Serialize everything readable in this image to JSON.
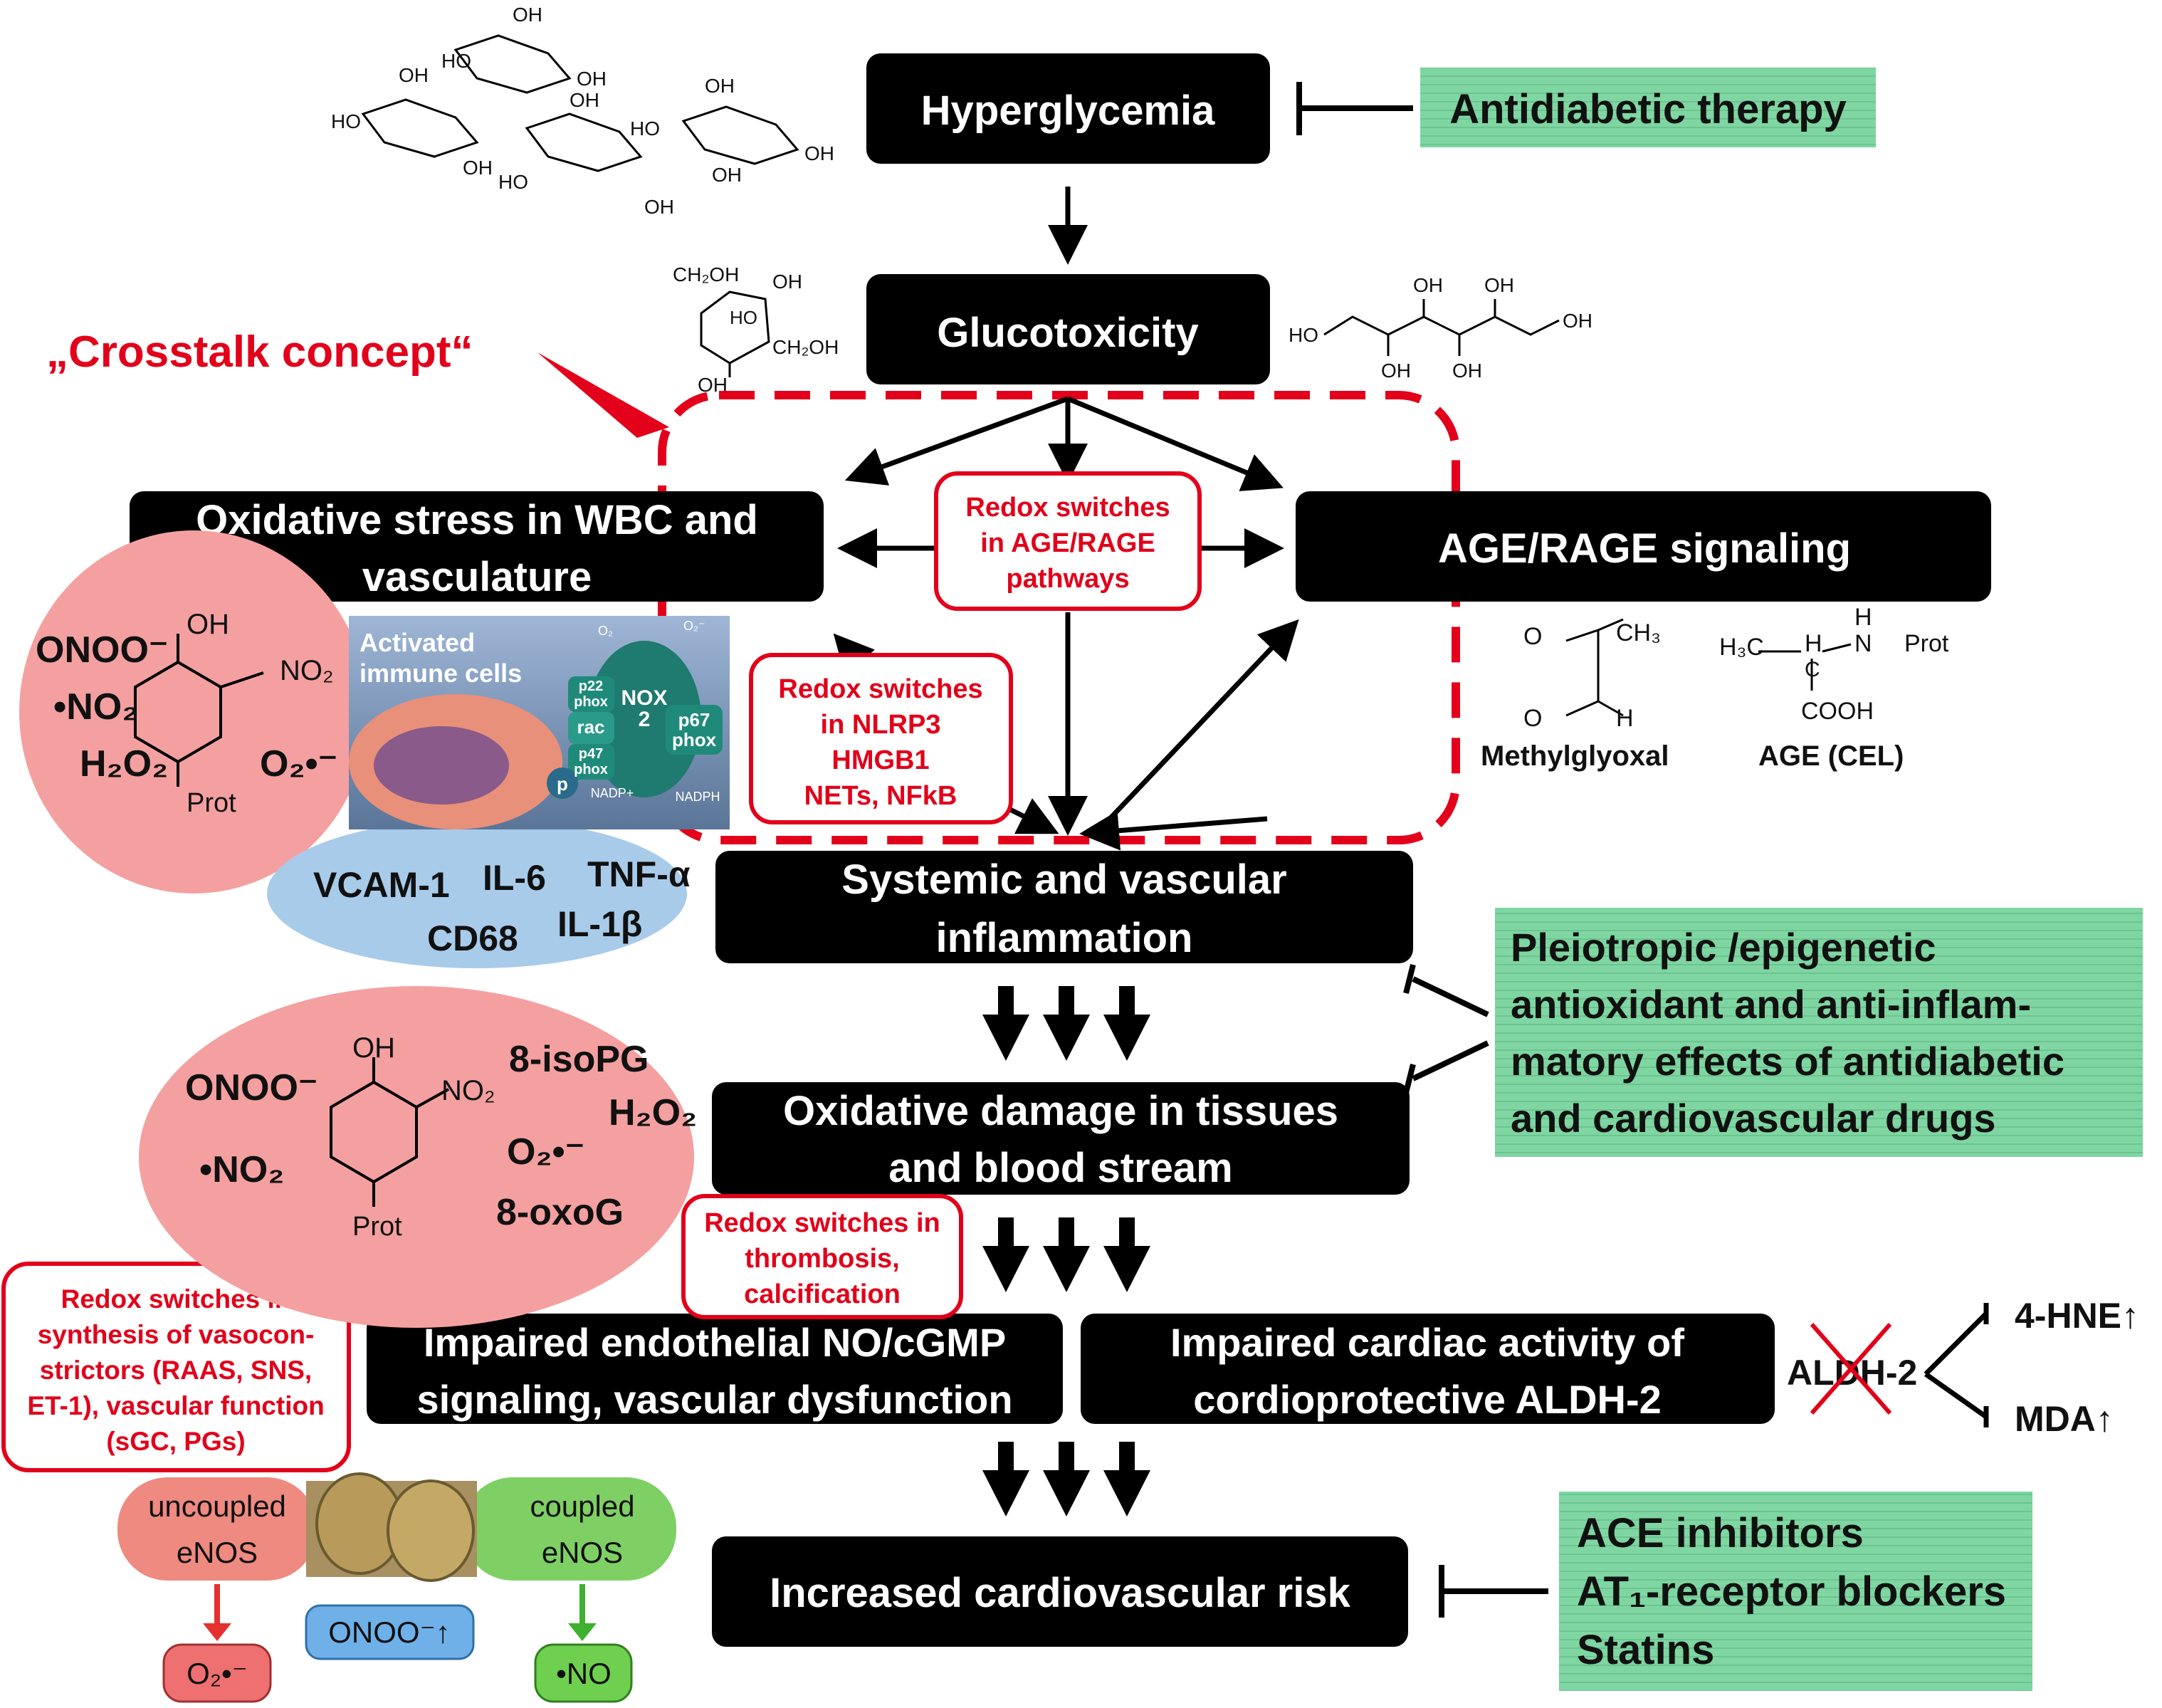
{
  "colors": {
    "box_fill": "#000000",
    "box_text": "#ffffff",
    "therapy_fill": "#7fd6a2",
    "redox_text": "#e2001a",
    "pink_oval": "#f4a0a0",
    "blue_oval": "#a8cbea",
    "uncoupled": "#ee8a80",
    "coupled": "#7fd064"
  },
  "boxes": {
    "hyperglycemia": "Hyperglycemia",
    "glucotoxicity": "Glucotoxicity",
    "oxidative_wbc": [
      "Oxidative stress in WBC and",
      "vasculature"
    ],
    "age_rage": "AGE/RAGE signaling",
    "systemic": [
      "Systemic and vascular",
      "inflammation"
    ],
    "oxidative_damage": [
      "Oxidative damage in tissues",
      "and blood stream"
    ],
    "endothelial": [
      "Impaired endothelial NO/cGMP",
      "signaling, vascular dysfunction"
    ],
    "cardiac": [
      "Impaired cardiac activity of",
      "cordioprotective ALDH-2"
    ],
    "risk": "Increased cardiovascular risk"
  },
  "therapy": {
    "antidiabetic": "Antidiabetic therapy",
    "pleiotropic": [
      "Pleiotropic /epigenetic",
      "antioxidant and anti-inflam-",
      "matory effects of antidiabetic",
      "and cardiovascular drugs"
    ],
    "drugs": [
      "ACE inhibitors",
      "AT₁-receptor blockers",
      "Statins"
    ]
  },
  "crosstalk": "„Crosstalk concept“",
  "redox": {
    "age_rage": [
      "Redox switches",
      "in AGE/RAGE",
      "pathways"
    ],
    "nlrp3": [
      "Redox switches",
      "in NLRP3",
      "HMGB1",
      "NETs, NFkB"
    ],
    "thrombosis": [
      "Redox switches in",
      "thrombosis,",
      "calcification"
    ],
    "vasoconstrictors": [
      "Redox switches in",
      "synthesis of vasocon-",
      "strictors (RAAS, SNS,",
      "ET-1), vascular function",
      "(sGC, PGs)"
    ]
  },
  "species_top": {
    "onoo": "ONOO⁻",
    "no2": "•NO₂",
    "h2o2": "H₂O₂",
    "o2": "O₂•⁻",
    "oh": "OH",
    "nitro": "NO₂",
    "prot": "Prot"
  },
  "species_bottom": {
    "onoo": "ONOO⁻",
    "no2": "•NO₂",
    "isopg": "8-isoPG",
    "h2o2": "H₂O₂",
    "o2": "O₂•⁻",
    "oxog": "8-oxoG",
    "oh": "OH",
    "nitro": "NO₂",
    "prot": "Prot"
  },
  "cytokines": [
    "VCAM-1",
    "IL-6",
    "TNF-α",
    "CD68",
    "IL-1β"
  ],
  "immune_cell": {
    "title": [
      "Activated",
      "immune cells"
    ],
    "nox": [
      "NOX",
      "2"
    ],
    "p22": [
      "p22",
      "phox"
    ],
    "rac": "rac",
    "p47": [
      "p47",
      "phox"
    ],
    "p67": [
      "p67",
      "phox"
    ],
    "p": "p",
    "o2_top": "O₂",
    "o2_radical": "O₂⁻",
    "nadp": "NADP+",
    "nadph": "NADPH"
  },
  "chem": {
    "methylglyoxal": "Methylglyoxal",
    "age_cel": "AGE (CEL)",
    "mg_o": "O",
    "mg_ch3": "CH₃",
    "mg_h": "H",
    "cel_h3c": "H₃C",
    "cel_h": "H",
    "cel_n": "N",
    "cel_prot": "Prot",
    "cel_c": "C",
    "cel_cooh": "COOH",
    "oh": "OH",
    "ho": "HO",
    "ch2oh": "CH₂OH"
  },
  "aldh": {
    "label": "ALDH-2",
    "hne": "4-HNE↑",
    "mda": "MDA↑"
  },
  "enos": {
    "uncoupled": [
      "uncoupled",
      "eNOS"
    ],
    "coupled": [
      "coupled",
      "eNOS"
    ],
    "superoxide": "O₂•⁻",
    "peroxynitrite": "ONOO⁻↑",
    "no": "•NO"
  }
}
